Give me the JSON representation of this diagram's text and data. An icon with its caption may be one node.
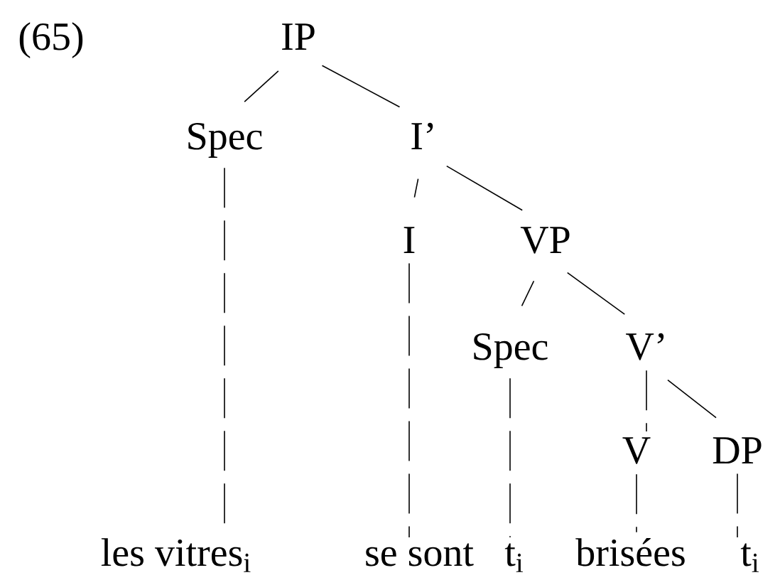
{
  "diagram": {
    "nodes": [
      {
        "text": [
          "IP"
        ]
      },
      {
        "text": [
          "Spec"
        ]
      },
      {
        "text": [
          "I’"
        ]
      },
      {
        "text": [
          "I"
        ]
      },
      {
        "text": [
          "VP"
        ]
      },
      {
        "text": [
          "Spec"
        ]
      },
      {
        "text": [
          "V’"
        ]
      },
      {
        "text": [
          "V"
        ]
      },
      {
        "text": [
          "DP"
        ]
      },
      {
        "text": [
          "les vitres$_{i}$"
        ]
      },
      {
        "text": [
          "se sont"
        ]
      },
      {
        "text": [
          "t$_{i}$"
        ]
      },
      {
        "text": [
          "brisées"
        ]
      },
      {
        "text": [
          "t$_{i}$"
        ]
      }
    ],
    "edges": [
      {
        "from": 0,
        "to": 1,
        "arrow": "none"
      },
      {
        "from": 0,
        "to": 2,
        "arrow": "none"
      },
      {
        "from": 1,
        "to": 9,
        "arrow": "none",
        "style": "dashed"
      },
      {
        "from": 2,
        "to": 3,
        "arrow": "none"
      },
      {
        "from": 2,
        "to": 4,
        "arrow": "none"
      },
      {
        "from": 3,
        "to": 10,
        "arrow": "none",
        "style": "dashed"
      },
      {
        "from": 4,
        "to": 5,
        "arrow": "none"
      },
      {
        "from": 4,
        "to": 6,
        "arrow": "none"
      },
      {
        "from": 5,
        "to": 11,
        "arrow": "none",
        "style": "dashed"
      },
      {
        "from": 6,
        "to": 7,
        "arrow": "none",
        "style": "dashed"
      },
      {
        "from": 6,
        "to": 8,
        "arrow": "none"
      },
      {
        "from": 7,
        "to": 12,
        "arrow": "none",
        "style": "dashed"
      },
      {
        "from": 8,
        "to": 13,
        "arrow": "none",
        "style": "dashed"
      }
    ],
    "labels": [
      "(65)"
    ]
  }
}
